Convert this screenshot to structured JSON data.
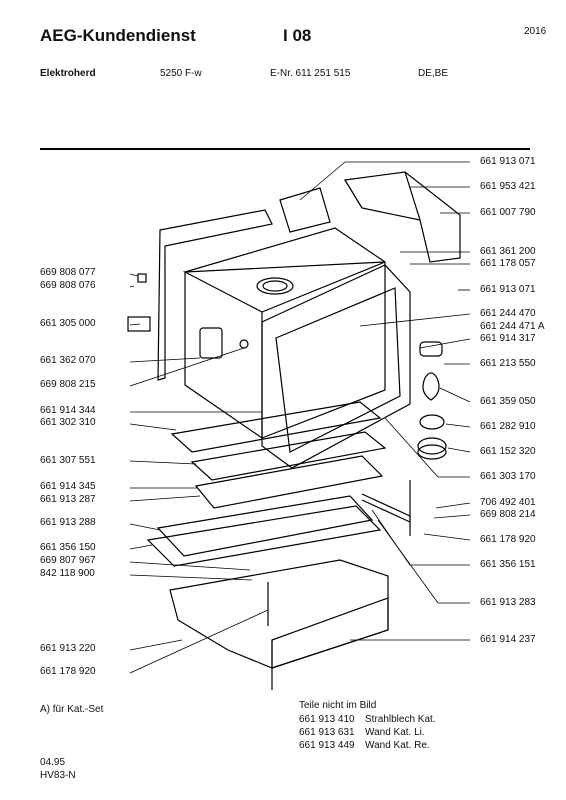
{
  "header": {
    "brand": "AEG-Kundendienst",
    "code": "I 08",
    "year": "2016",
    "product": "Elektroherd",
    "model": "5250 F-w",
    "enr": "E-Nr. 611 251 515",
    "region": "DE,BE"
  },
  "left_labels": [
    "669 808 077",
    "669 808 076",
    "661 305 000",
    "661 362 070",
    "669 808 215",
    "661 914 344",
    "661 302 310",
    "661 307 551",
    "661 914 345",
    "661 913 287",
    "661 913 288",
    "661 356 150",
    "669 807 967",
    "842 118 900",
    "661 913 220",
    "661 178 920"
  ],
  "right_labels": [
    "661 913 071",
    "661 953 421",
    "661 007 790",
    "661 361 200",
    "661 178 057",
    "661 913 071",
    "661 244 470",
    "661 244 471 A",
    "661 914 317",
    "661 213 550",
    "661 359 050",
    "661 282 910",
    "661 152 320",
    "661 303 170",
    "706 492 401",
    "669 808 214",
    "661 178 920",
    "661 356 151",
    "661 913 283",
    "661 914 237"
  ],
  "footnote": "A)  für Kat.-Set",
  "not_shown": {
    "title": "Teile nicht im Bild",
    "rows": [
      {
        "num": "661 913 410",
        "desc": "Strahlblech Kat."
      },
      {
        "num": "661 913 631",
        "desc": "Wand Kat. Li."
      },
      {
        "num": "661 913 449",
        "desc": "Wand Kat. Re."
      }
    ]
  },
  "footer": {
    "date": "04.95",
    "code": "HV83-N"
  }
}
